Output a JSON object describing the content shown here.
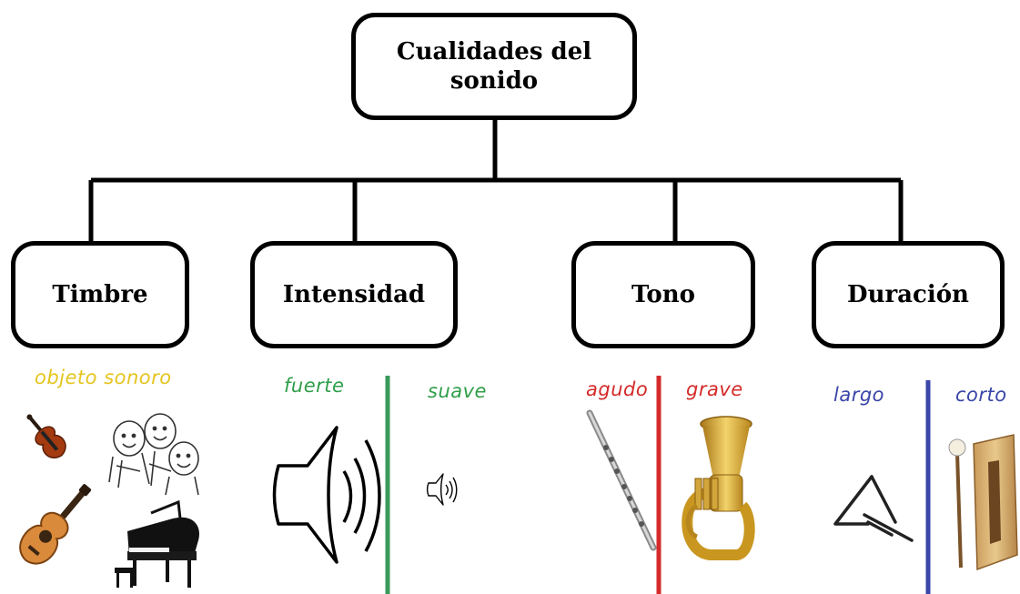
{
  "root": {
    "label": "Cualidades del sonido"
  },
  "qualities": [
    {
      "label": "Timbre"
    },
    {
      "label": "Intensidad"
    },
    {
      "label": "Tono"
    },
    {
      "label": "Duración"
    }
  ],
  "examples": {
    "timbre": {
      "label": "objeto sonoro",
      "color": "#e6c51f"
    },
    "intensidad": [
      {
        "label": "fuerte",
        "color": "#2f9e4a"
      },
      {
        "label": "suave",
        "color": "#2f9e4a"
      }
    ],
    "tono": [
      {
        "label": "agudo",
        "color": "#d42a2a"
      },
      {
        "label": "grave",
        "color": "#d42a2a"
      }
    ],
    "duracion": [
      {
        "label": "largo",
        "color": "#3a46a8"
      },
      {
        "label": "corto",
        "color": "#3a46a8"
      }
    ]
  },
  "colors": {
    "intensity_divider": "#3a9a5a",
    "tone_divider": "#d42a2a",
    "duration_divider": "#3a46a8"
  }
}
